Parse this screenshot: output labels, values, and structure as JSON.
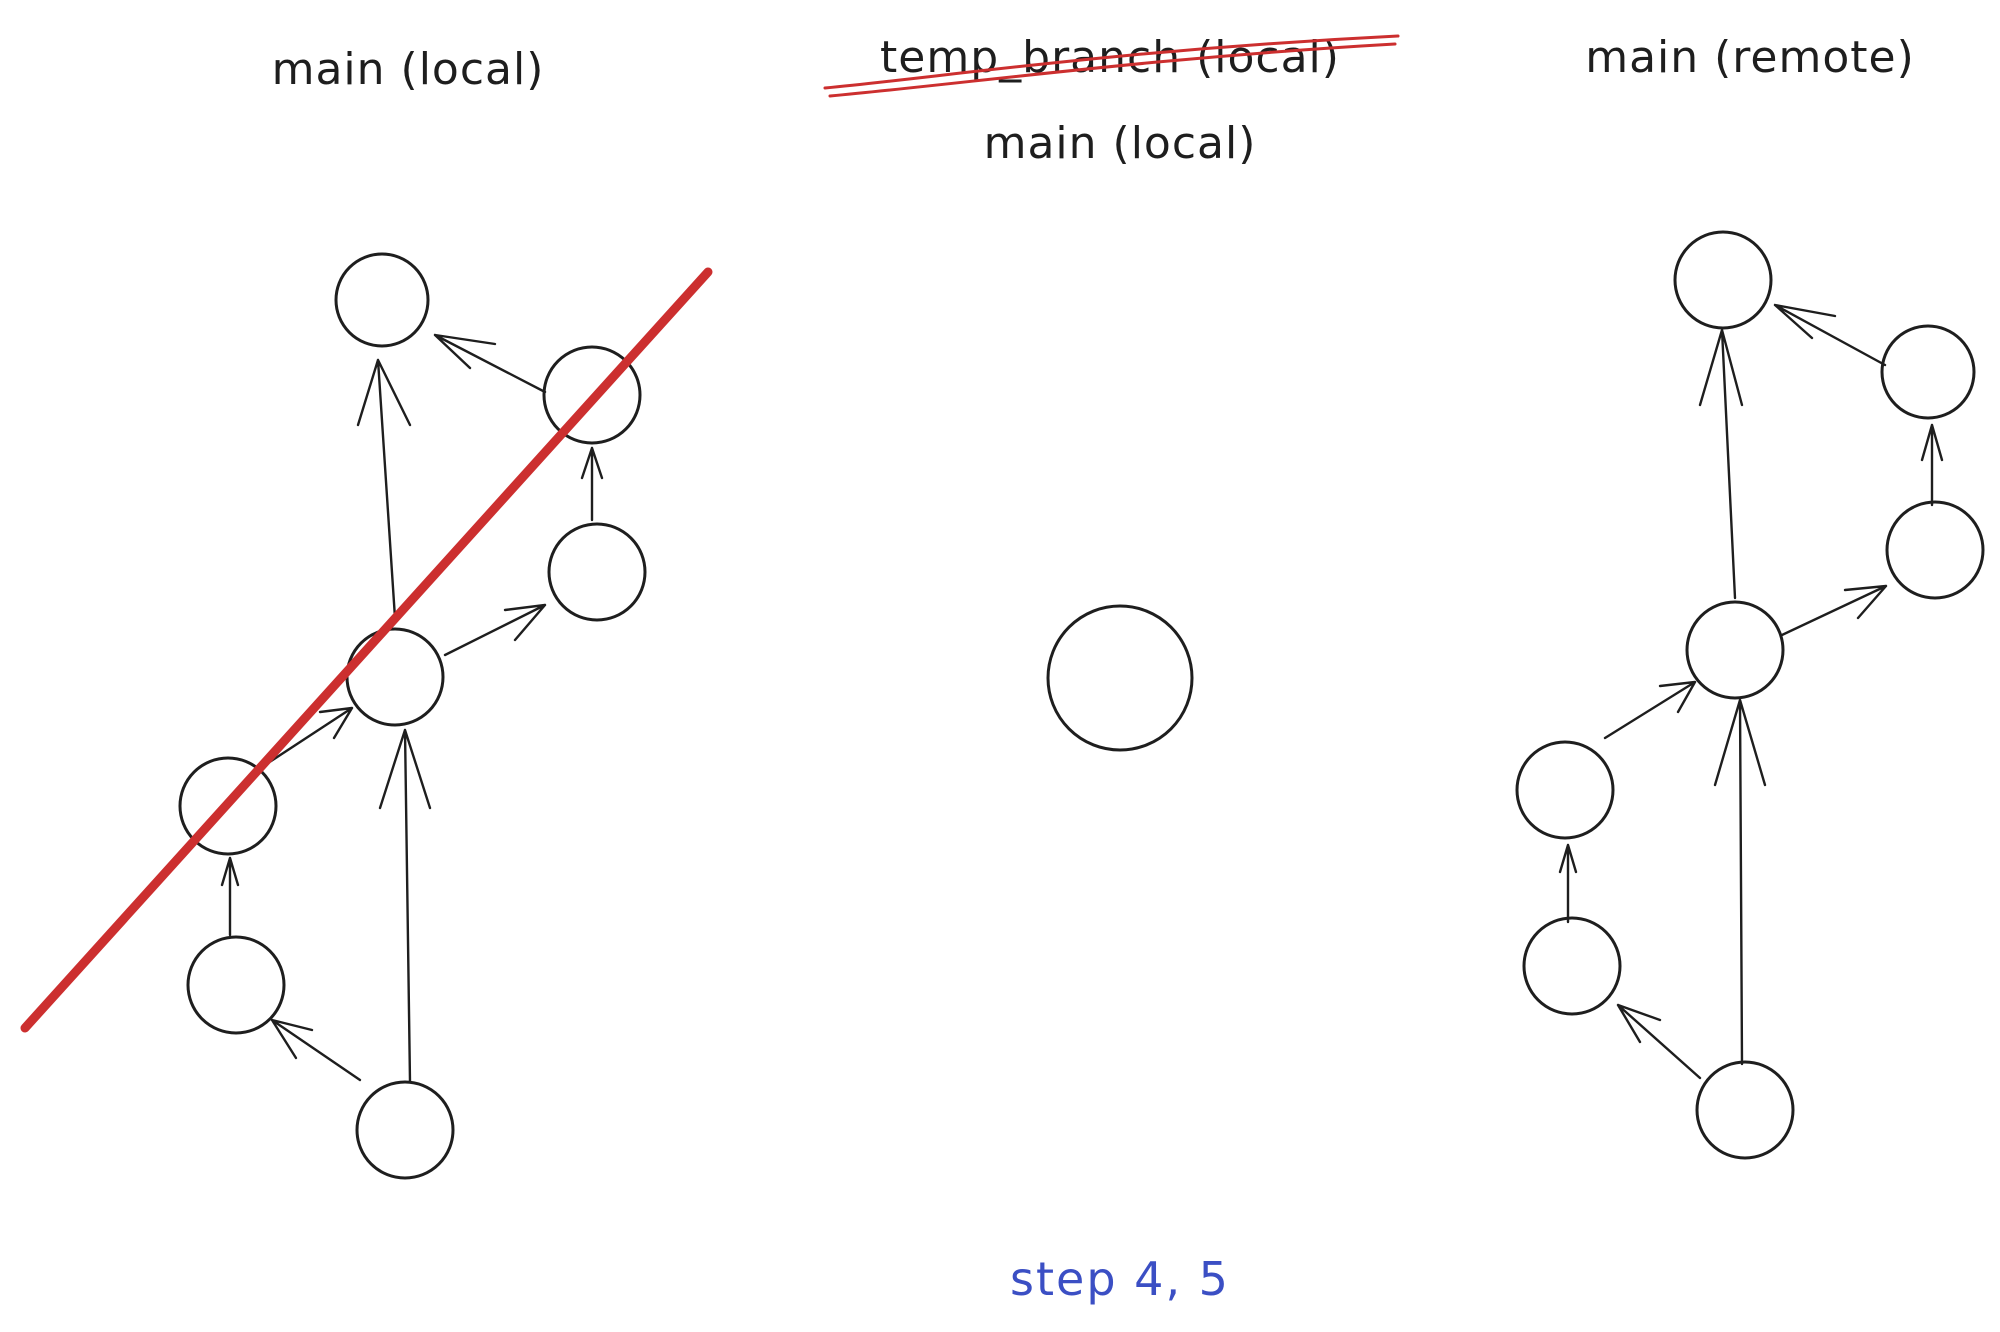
{
  "titles": {
    "left": "main (local)",
    "middle_struck": "temp_branch (local)",
    "middle": "main (local)",
    "right": "main (remote)"
  },
  "caption": "step 4, 5",
  "colors": {
    "gray": "#b3b3b3",
    "green": "#8ac53c",
    "blue": "#3ab3cc",
    "red": "#e05a73",
    "cross": "#cc2f2f",
    "ink": "#1e1e1e",
    "caption": "#3b4fc4"
  }
}
